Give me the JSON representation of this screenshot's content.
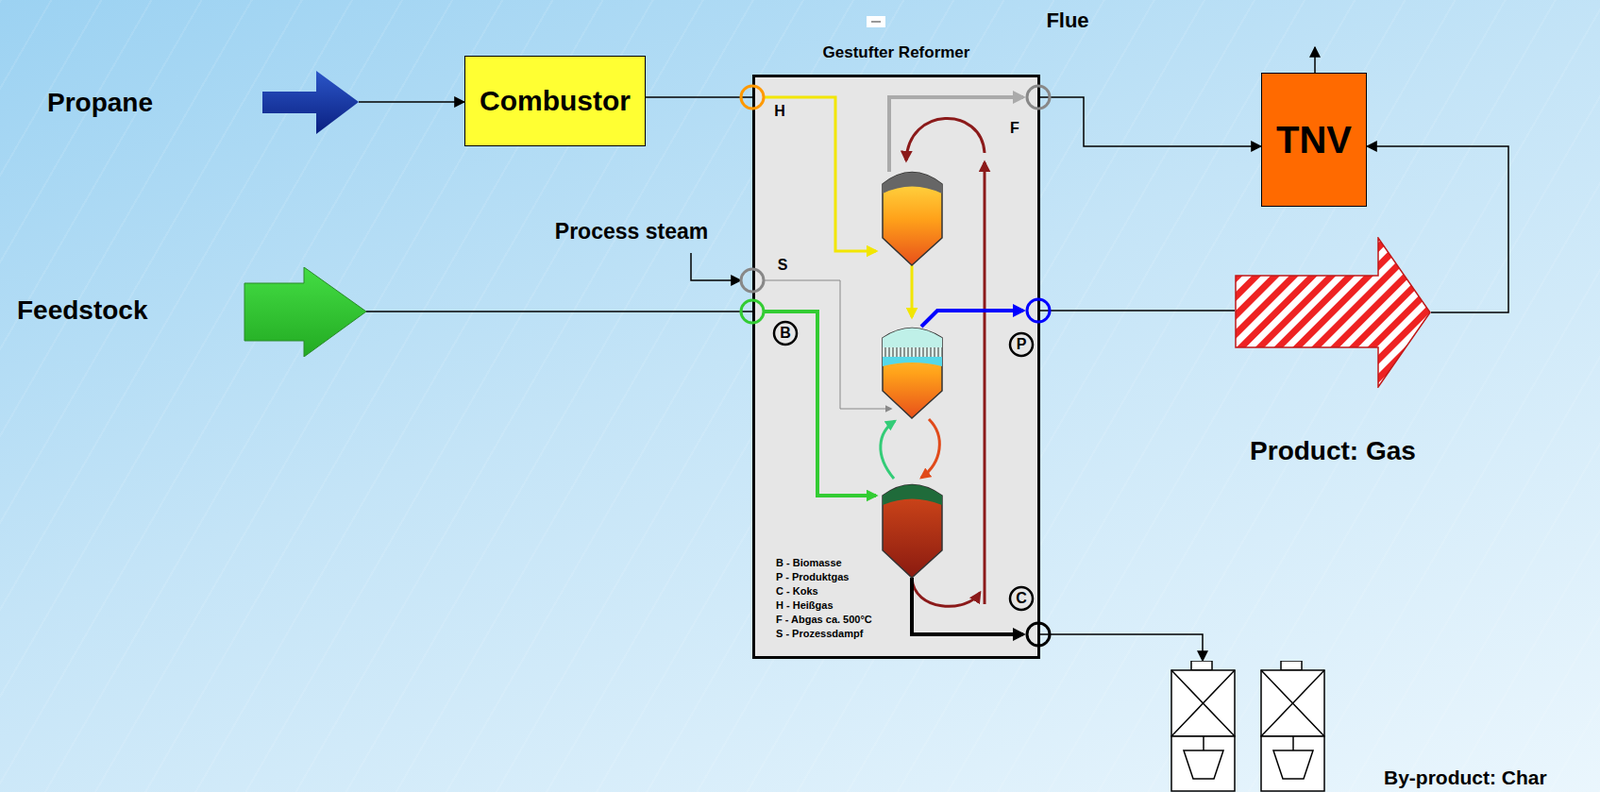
{
  "diagram": {
    "nodes": [
      {
        "text": [
          "Propane"
        ]
      },
      {
        "text": [
          "Combustor"
        ]
      },
      {
        "text": [
          "Gestufter Reformer"
        ]
      },
      {
        "text": [
          "TNV"
        ]
      },
      {
        "text": [
          "Feedstock"
        ]
      },
      {
        "text": [
          "Product: Gas"
        ]
      },
      {
        "text": [
          "By-product: Char"
        ]
      }
    ],
    "edges": [
      {
        "from": 0,
        "to": 1,
        "arrow": "to"
      },
      {
        "from": 1,
        "to": 2,
        "arrow": "none"
      },
      {
        "from": 2,
        "to": 3,
        "arrow": "to"
      },
      {
        "from": 4,
        "to": 2,
        "arrow": "none"
      },
      {
        "from": 2,
        "to": 5,
        "arrow": "none"
      },
      {
        "from": 5,
        "to": 3,
        "arrow": "to"
      },
      {
        "from": 2,
        "to": 6,
        "arrow": "to"
      }
    ],
    "labels": [
      "Flue",
      "H",
      "F",
      "Process steam",
      "S",
      "B",
      "P",
      "C",
      "B - Biomasse",
      "P - Produktgas",
      "C - Koks",
      "H - Heißgas",
      "F - Abgas ca. 500°C",
      "S - Prozessdampf"
    ]
  }
}
